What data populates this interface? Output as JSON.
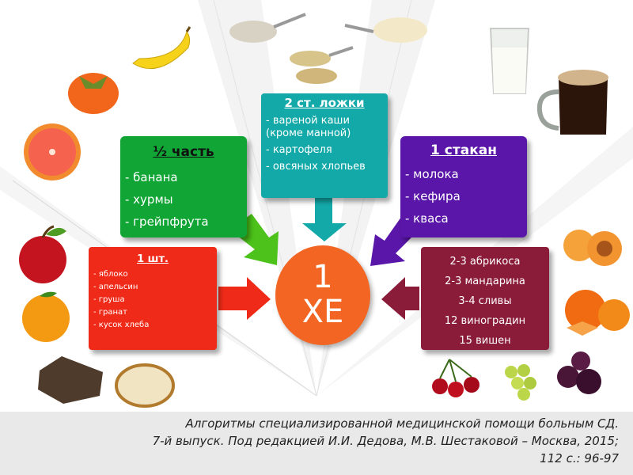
{
  "boxes": {
    "green": {
      "header": "½ часть",
      "items": [
        "- банана",
        "- хурмы",
        "- грейпфрута"
      ]
    },
    "teal": {
      "header": "2 ст. ложки",
      "items": [
        "- вареной каши (кроме манной)",
        "- картофеля",
        "- овсяных хлопьев"
      ]
    },
    "purple": {
      "header": "1 стакан",
      "items": [
        "- молока",
        "- кефира",
        "- кваса"
      ]
    },
    "red": {
      "header": "1 шт.",
      "items": [
        "- яблоко",
        "- апельсин",
        "- груша",
        "- гранат",
        "- кусок хлеба"
      ]
    },
    "maroon": {
      "items": [
        "2-3 абрикоса",
        "2-3 мандарина",
        "3-4 сливы",
        "12 виноградин",
        "15 вишен"
      ]
    }
  },
  "center": {
    "number": "1",
    "unit": "ХЕ"
  },
  "footer": {
    "line1": "Алгоритмы специализированной медицинской помощи больным СД.",
    "line2": "7-й выпуск. Под редакцией И.И. Дедова, М.В. Шестаковой – Москва, 2015;",
    "line3": "112 с.: 96-97"
  },
  "colors": {
    "green": "#10a535",
    "teal": "#14a9a9",
    "purple": "#5a16a8",
    "red": "#ef2a18",
    "maroon": "#8a1c3a",
    "orange": "#f26522"
  },
  "icons": [
    "banana-icon",
    "persimmon-icon",
    "grapefruit-icon",
    "apple-icon",
    "orange-icon",
    "bread-icon",
    "oat-spoons-icon",
    "milk-glass-icon",
    "kvass-mug-icon",
    "apricot-icon",
    "mandarin-icon",
    "cherries-icon",
    "grapes-icon",
    "plums-icon"
  ]
}
